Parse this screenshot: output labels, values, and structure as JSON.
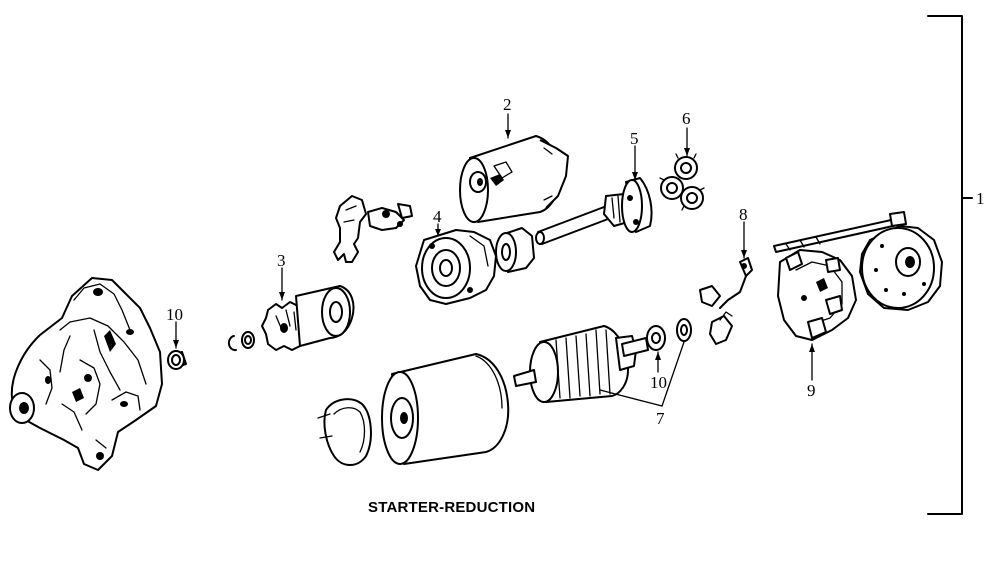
{
  "caption": "STARTER-REDUCTION",
  "callouts": {
    "c1": "1",
    "c2": "2",
    "c3": "3",
    "c4": "4",
    "c5": "5",
    "c6": "6",
    "c7": "7",
    "c8": "8",
    "c9": "9",
    "c10a": "10",
    "c10b": "10"
  }
}
